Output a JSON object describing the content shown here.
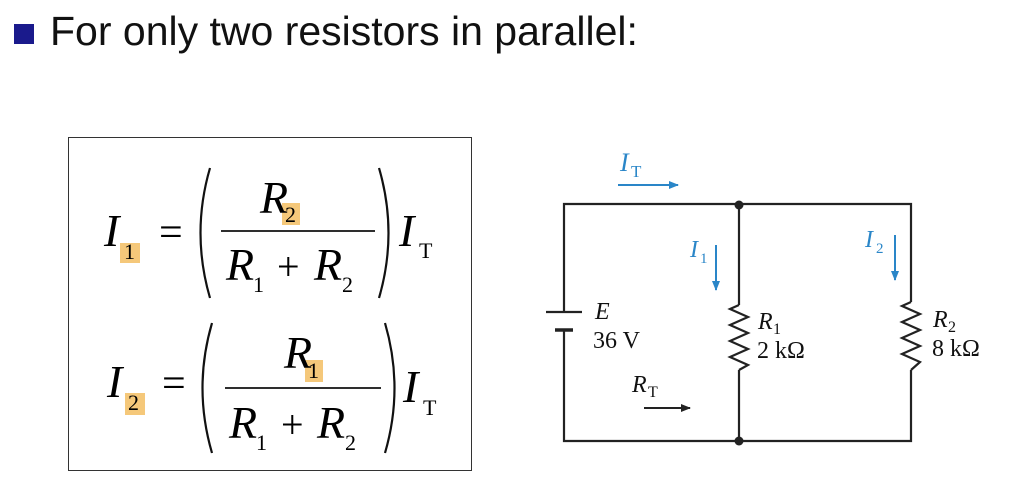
{
  "header": {
    "title": "For only two resistors in parallel:",
    "bullet_color": "#1a1a8c"
  },
  "formulas": {
    "highlight_color": "#f5c87a",
    "eq1": {
      "lhs_symbol": "I",
      "lhs_sub": "1",
      "num_symbol": "R",
      "num_sub": "2",
      "den_a_symbol": "R",
      "den_a_sub": "1",
      "plus": "+",
      "den_b_symbol": "R",
      "den_b_sub": "2",
      "equals": "=",
      "rhs_symbol": "I",
      "rhs_sub": "T"
    },
    "eq2": {
      "lhs_symbol": "I",
      "lhs_sub": "2",
      "num_symbol": "R",
      "num_sub": "1",
      "den_a_symbol": "R",
      "den_a_sub": "1",
      "plus": "+",
      "den_b_symbol": "R",
      "den_b_sub": "2",
      "equals": "=",
      "rhs_symbol": "I",
      "rhs_sub": "T"
    }
  },
  "circuit": {
    "wire_color": "#222222",
    "arrow_color": "#2a86c8",
    "total_current": {
      "symbol": "I",
      "sub": "T"
    },
    "source": {
      "symbol": "E",
      "value": "36 V"
    },
    "total_resistance": {
      "symbol": "R",
      "sub": "T"
    },
    "branch1": {
      "current_symbol": "I",
      "current_sub": "1",
      "resistor_symbol": "R",
      "resistor_sub": "1",
      "resistor_value": "2 kΩ"
    },
    "branch2": {
      "current_symbol": "I",
      "current_sub": "2",
      "resistor_symbol": "R",
      "resistor_sub": "2",
      "resistor_value": "8 kΩ"
    }
  }
}
